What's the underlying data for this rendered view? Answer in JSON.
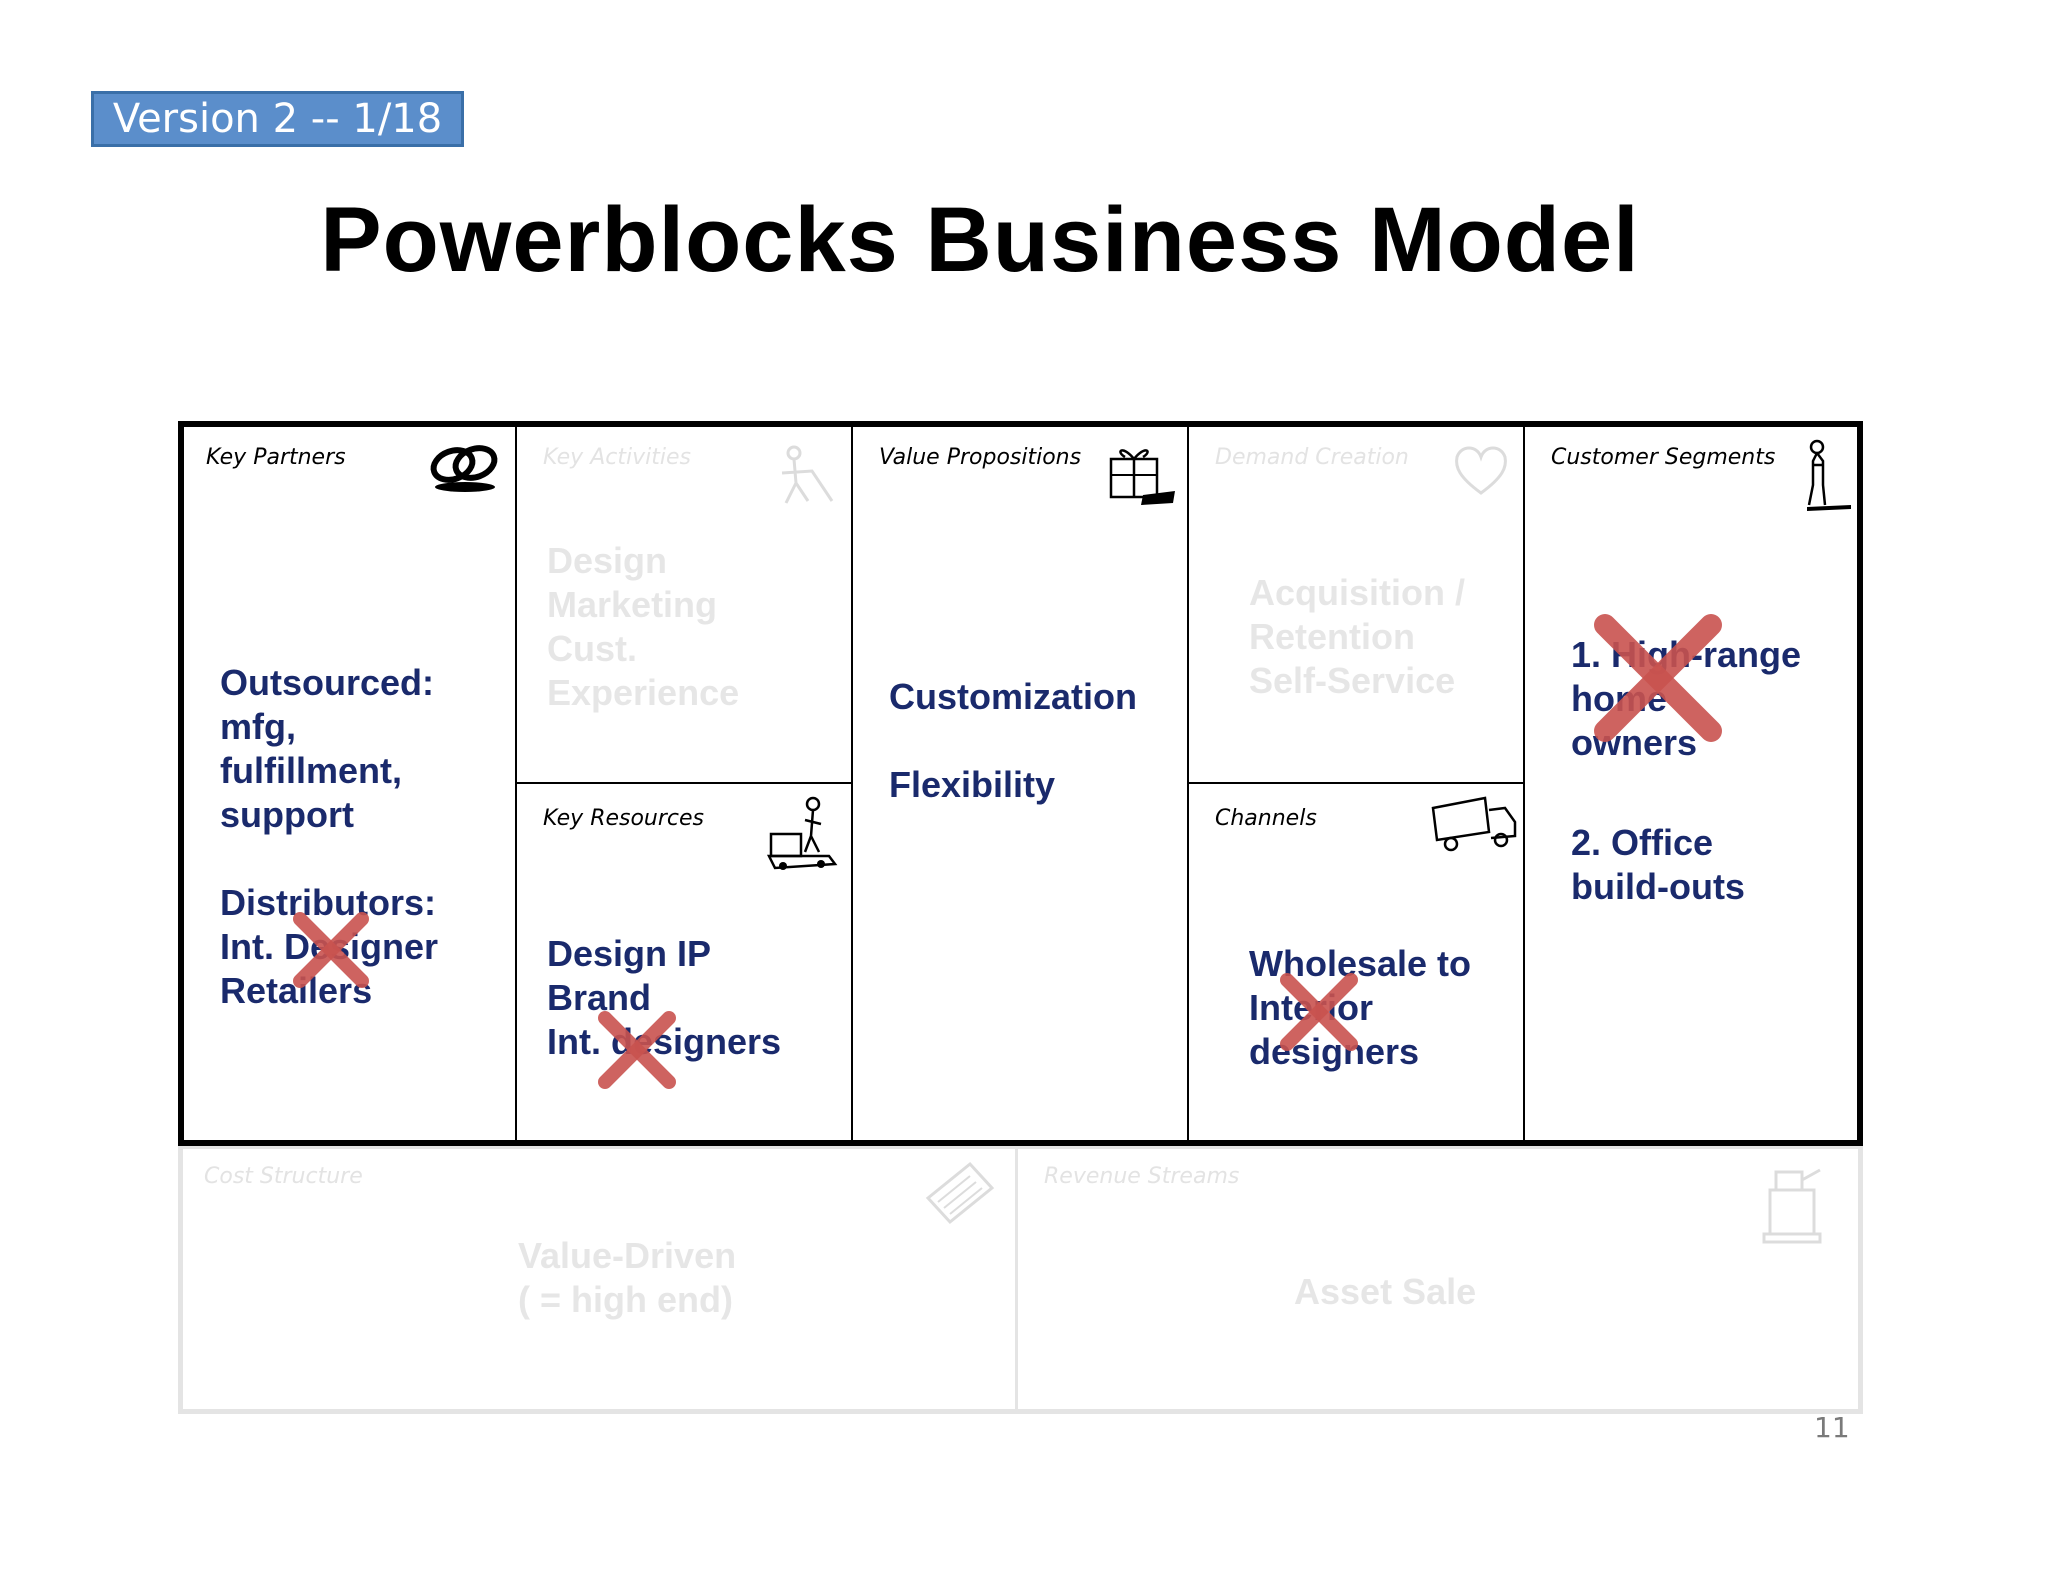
{
  "header": {
    "version_label": "Version 2 -- 1/18",
    "title": "Powerblocks Business Model"
  },
  "canvas": {
    "key_partners": {
      "label": "Key Partners",
      "icon": "chain-link-icon",
      "text": "Outsourced:\nmfg,\nfulfillment,\nsupport\n\nDistributors:\nInt. Designer\nRetailers",
      "crossed": true
    },
    "key_activities": {
      "label": "Key Activities",
      "icon": "worker-icon",
      "text": "Design\nMarketing\nCust.\nExperience",
      "faded": true
    },
    "key_resources": {
      "label": "Key Resources",
      "icon": "forklift-icon",
      "text": "Design IP\nBrand\nInt. designers",
      "crossed": true
    },
    "value_propositions": {
      "label": "Value Propositions",
      "icon": "gift-icon",
      "text": "Customization\n\nFlexibility"
    },
    "demand_creation": {
      "label": "Demand Creation",
      "icon": "heart-icon",
      "text": "Acquisition /\nRetention\nSelf-Service",
      "faded": true
    },
    "channels": {
      "label": "Channels",
      "icon": "truck-icon",
      "text": "Wholesale to\nInterior\ndesigners",
      "crossed": true
    },
    "customer_segments": {
      "label": "Customer Segments",
      "icon": "person-icon",
      "item1": "1.  High-range\nhome\nowners",
      "item2": "2.  Office\nbuild-outs",
      "crossed": true
    },
    "cost_structure": {
      "label": "Cost Structure",
      "icon": "receipt-icon",
      "text": "Value-Driven\n( = high end)",
      "faded": true
    },
    "revenue_streams": {
      "label": "Revenue Streams",
      "icon": "cash-register-icon",
      "text": "Asset Sale",
      "faded": true
    }
  },
  "footer": {
    "page_number": "11"
  },
  "colors": {
    "badge": "#5b8ecb",
    "body_text": "#1a2a6c",
    "cross": "#c9534f",
    "faded": "#e4e4e4"
  }
}
